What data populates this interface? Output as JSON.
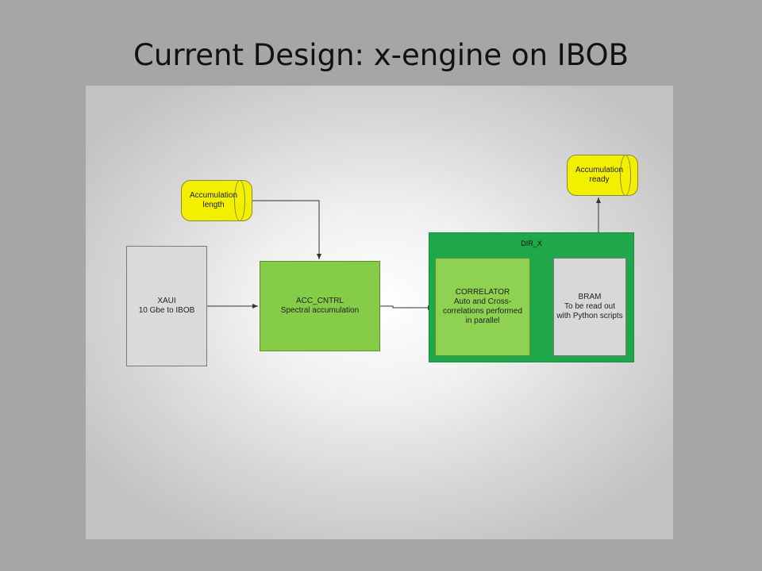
{
  "slide": {
    "title": "Current Design: x-engine on IBOB"
  },
  "diagram": {
    "xaui": {
      "line1": "XAUI",
      "line2": "10 Gbe to IBOB"
    },
    "acc_cntrl": {
      "line1": "ACC_CNTRL",
      "line2": "Spectral accumulation"
    },
    "dir_x": {
      "label": "DIR_X"
    },
    "correlator": {
      "line1": "CORRELATOR",
      "line2": "Auto and Cross-",
      "line3": "correlations performed",
      "line4": "in parallel"
    },
    "bram": {
      "line1": "BRAM",
      "line2": "To be read out",
      "line3": "with Python scripts"
    },
    "accumulation_length": {
      "line1": "Accumulation",
      "line2": "length"
    },
    "accumulation_ready": {
      "line1": "Accumulation",
      "line2": "ready"
    }
  },
  "colors": {
    "background": "#a6a6a6",
    "green_block": "#85cd49",
    "dir_x_container": "#1fa84a",
    "gray_block": "#dadada",
    "yellow_storage": "#f2ef00"
  }
}
